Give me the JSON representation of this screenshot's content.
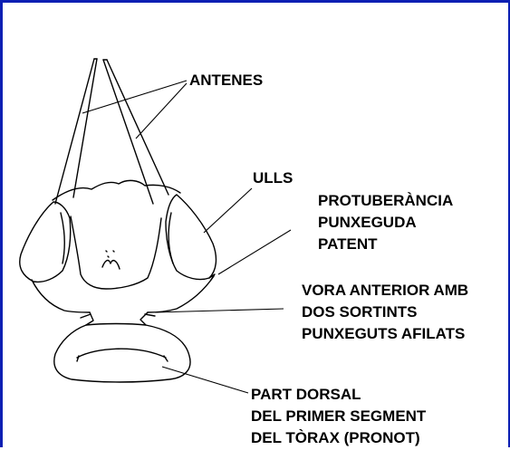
{
  "diagram": {
    "labels": {
      "antennae": [
        "ANTENES"
      ],
      "eyes": [
        "ULLS"
      ],
      "protuberance": [
        "PROTUBERÀNCIA",
        "PUNXEGUDA",
        "PATENT"
      ],
      "anterior_edge": [
        "VORA ANTERIOR AMB",
        "DOS SORTINTS",
        "PUNXEGUTS AFILATS"
      ],
      "pronotum": [
        "PART DORSAL",
        "DEL PRIMER SEGMENT",
        "DEL TÒRAX (PRONOT)"
      ]
    },
    "colors": {
      "frame": "#0b1fb3",
      "ink": "#000000",
      "background": "#ffffff"
    }
  }
}
